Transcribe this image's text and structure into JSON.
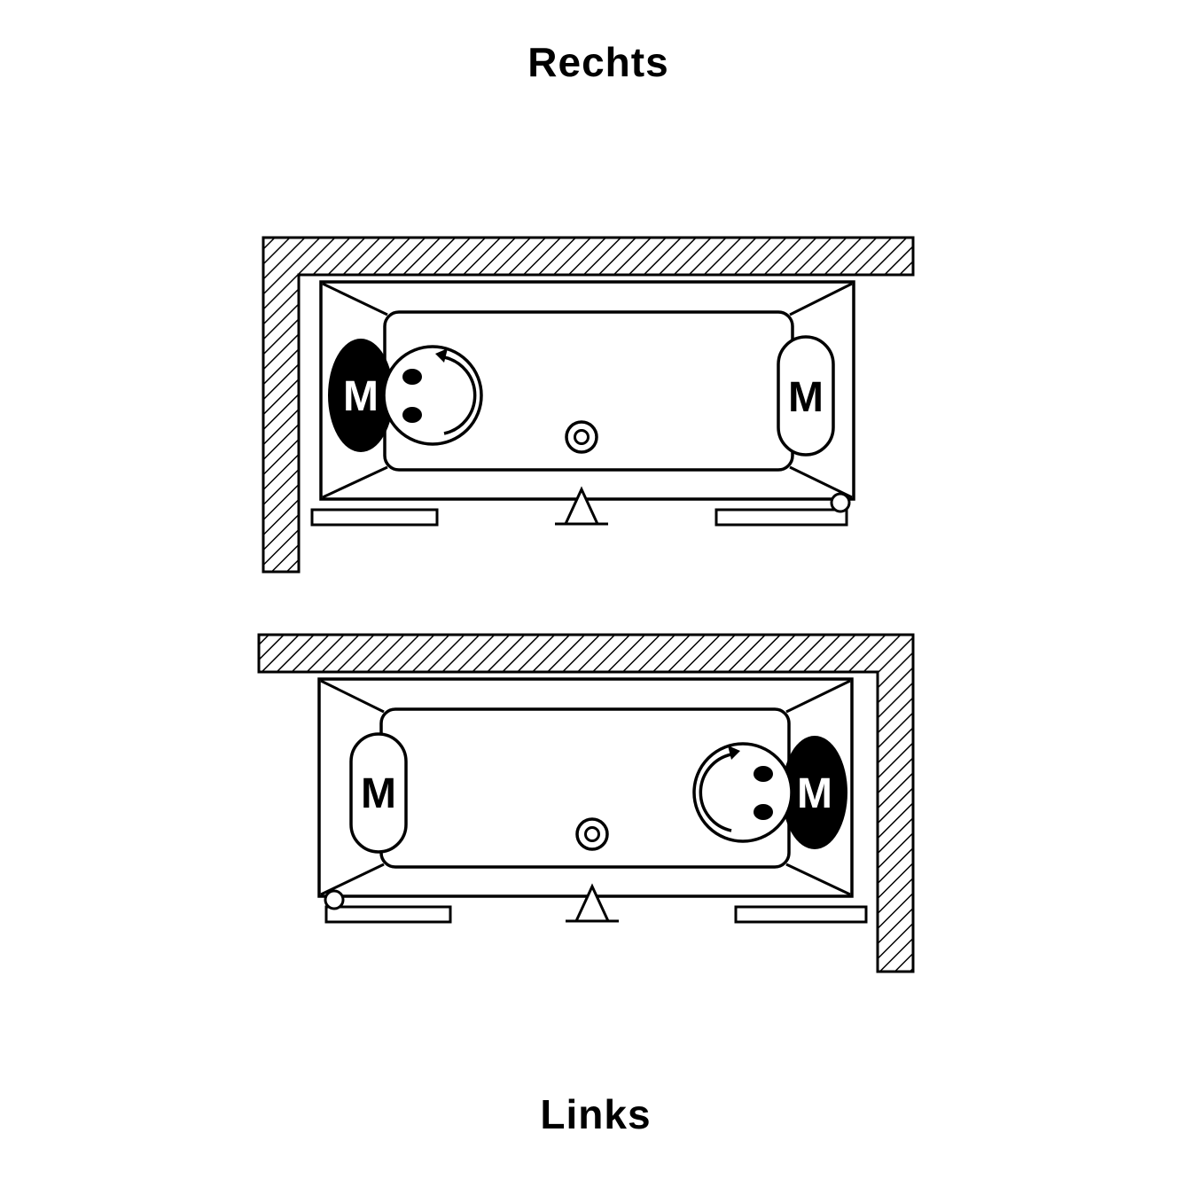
{
  "titles": {
    "top": "Rechts",
    "bottom": "Links"
  },
  "diagrams": {
    "rechts": {
      "motor_primary_label": "M",
      "motor_alternate_label": "M"
    },
    "links": {
      "motor_primary_label": "M",
      "motor_alternate_label": "M"
    }
  },
  "colors": {
    "line": "#000000",
    "background": "#ffffff",
    "motor_active_fill": "#000000",
    "motor_label_on_dark": "#ffffff"
  },
  "icons": {
    "bather": "smiley-face-icon",
    "rotation": "rotation-arrow-icon",
    "drain": "drain-icon",
    "overflow_marker": "triangle-marker-icon",
    "walls": "hatched-wall-pattern",
    "door_roller": "roller-knob-icon"
  }
}
